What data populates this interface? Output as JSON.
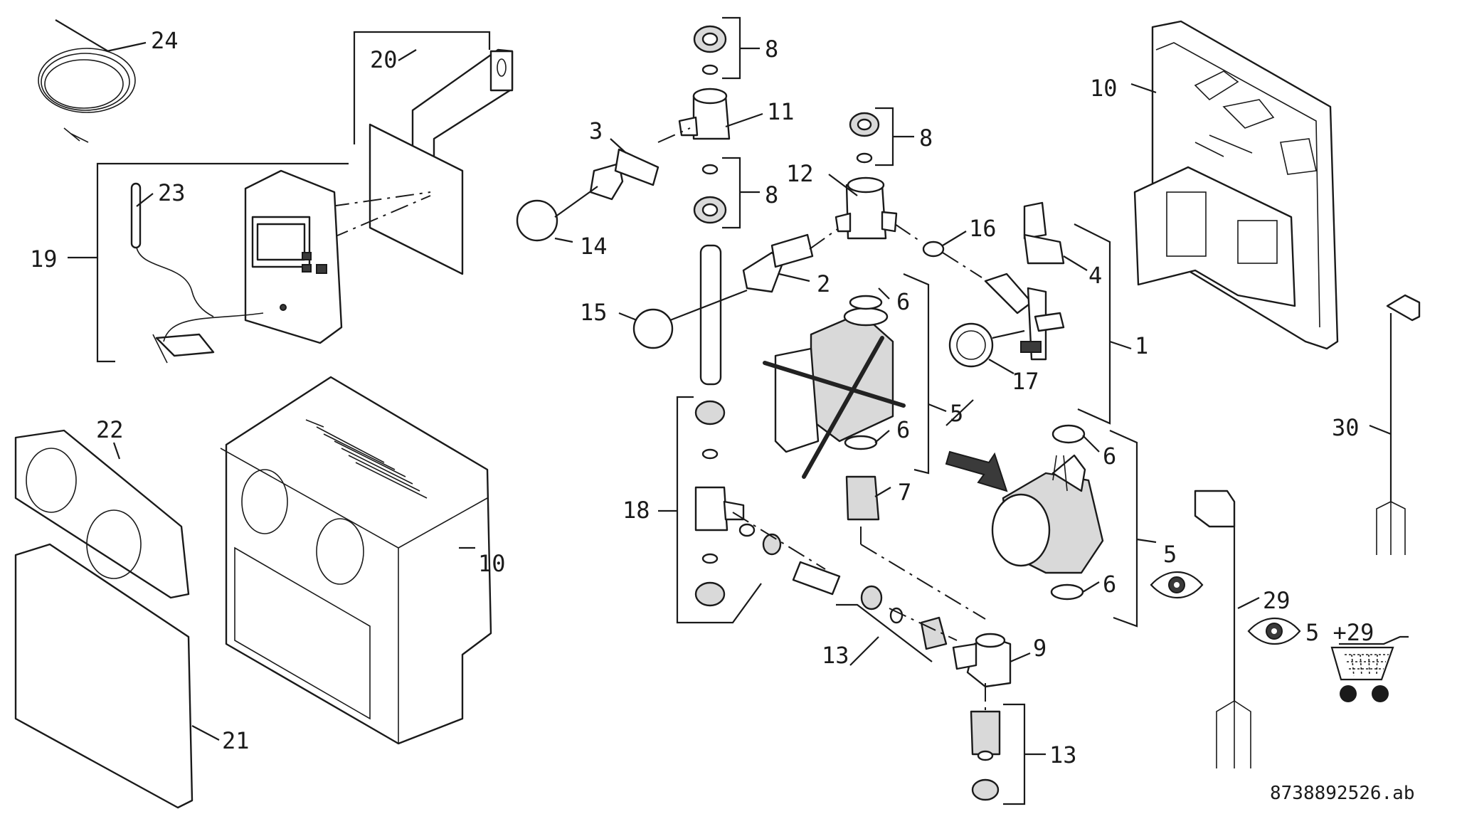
{
  "labels": {
    "l1": "1",
    "l2": "2",
    "l3": "3",
    "l4": "4",
    "l5": "5",
    "l5b": "5",
    "l6a": "6",
    "l6b": "6",
    "l6c": "6",
    "l6d": "6",
    "l7": "7",
    "l8a": "8",
    "l8b": "8",
    "l8c": "8",
    "l9": "9",
    "l10a": "10",
    "l10b": "10",
    "l11": "11",
    "l12": "12",
    "l13a": "13",
    "l13b": "13",
    "l14": "14",
    "l15": "15",
    "l16": "16",
    "l17": "17",
    "l18": "18",
    "l19": "19",
    "l20": "20",
    "l21": "21",
    "l22": "22",
    "l23": "23",
    "l24": "24",
    "l29": "29",
    "l30": "30",
    "l5plus29": "5 +29"
  },
  "doc_id": "8738892526.ab",
  "icons": [
    "eye-icon",
    "shopping-cart-icon"
  ]
}
